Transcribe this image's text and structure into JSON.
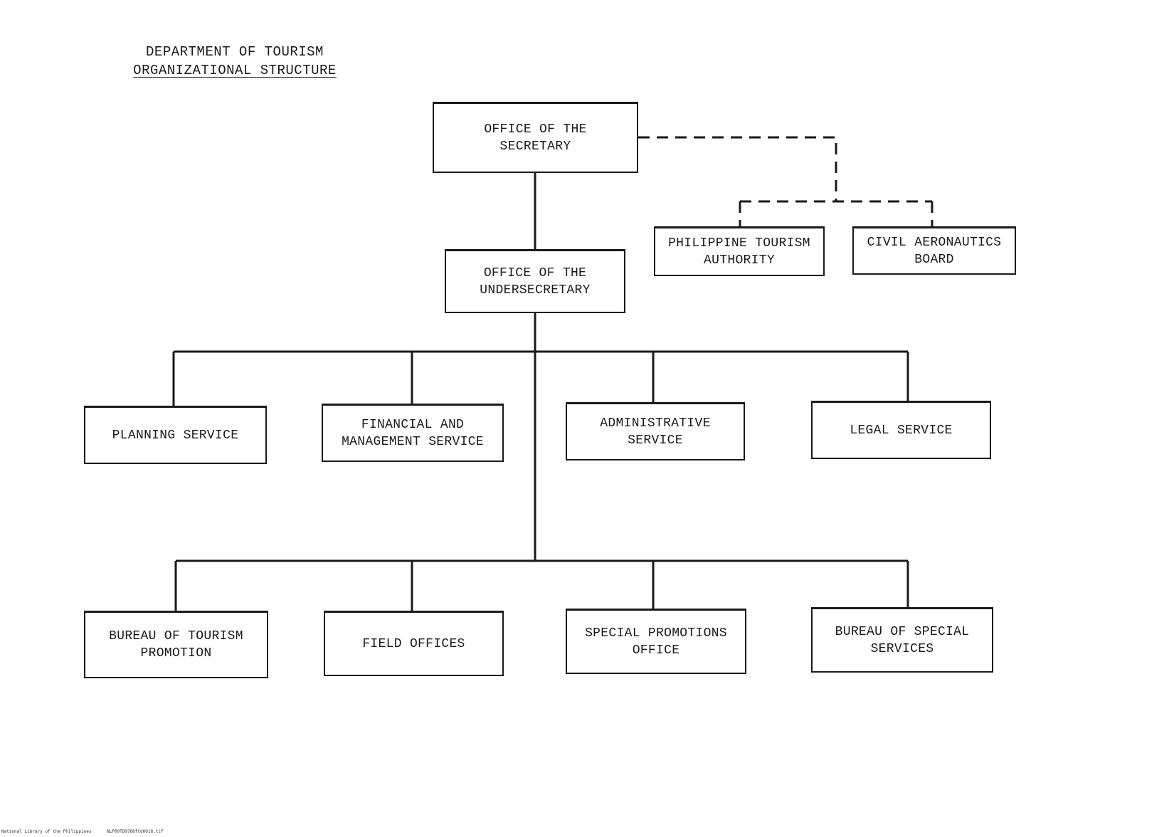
{
  "header": {
    "title_line1": "DEPARTMENT OF TOURISM",
    "title_line2": "ORGANIZATIONAL STRUCTURE"
  },
  "chart": {
    "secretary": "OFFICE OF THE\nSECRETARY",
    "undersecretary": "OFFICE OF THE\nUNDERSECRETARY",
    "attached": [
      "PHILIPPINE TOURISM\nAUTHORITY",
      "CIVIL AERONAUTICS\nBOARD"
    ],
    "services": [
      "PLANNING SERVICE",
      "FINANCIAL AND\nMANAGEMENT SERVICE",
      "ADMINISTRATIVE\nSERVICE",
      "LEGAL SERVICE"
    ],
    "offices": [
      "BUREAU OF TOURISM\nPROMOTION",
      "FIELD OFFICES",
      "SPECIAL PROMOTIONS\nOFFICE",
      "BUREAU OF SPECIAL\nSERVICES"
    ]
  },
  "footer": {
    "library": "National Library of the Philippines",
    "file": "NLP00TD9788ftd0018.tif"
  }
}
